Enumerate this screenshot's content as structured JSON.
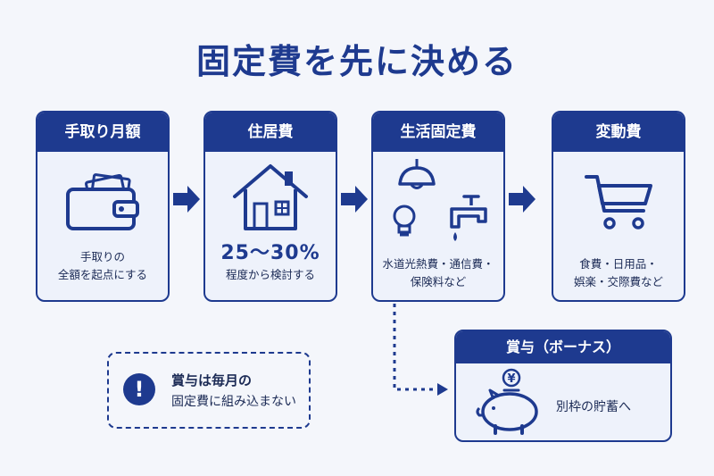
{
  "title": "固定費を先に決める",
  "cards": [
    {
      "heading": "手取り月額",
      "lines": [
        "手取りの",
        "全額を起点にする"
      ]
    },
    {
      "heading": "住居費",
      "highlight": "25～30%",
      "lines": [
        "程度から検討する"
      ]
    },
    {
      "heading": "生活固定費",
      "lines": [
        "水道光熱費・通信費・",
        "保険料など"
      ]
    },
    {
      "heading": "変動費",
      "lines": [
        "食費・日用品・",
        "娯楽・交際費など"
      ]
    }
  ],
  "bonus": {
    "heading": "賞与（ボーナス）",
    "text": "別枠の貯蓄へ",
    "coin_symbol": "¥"
  },
  "note": {
    "lines": [
      "賞与は毎月の",
      "固定費に組み込まない"
    ],
    "icon_symbol": "!"
  },
  "colors": {
    "primary": "#1e3a8f",
    "card_bg": "#eef2fb",
    "page_bg": "#f4f6fb"
  },
  "icons": [
    "wallet-icon",
    "house-icon",
    "lamp-icon",
    "bulb-icon",
    "faucet-icon",
    "cart-icon",
    "piggy-bank-icon",
    "exclamation-icon"
  ]
}
